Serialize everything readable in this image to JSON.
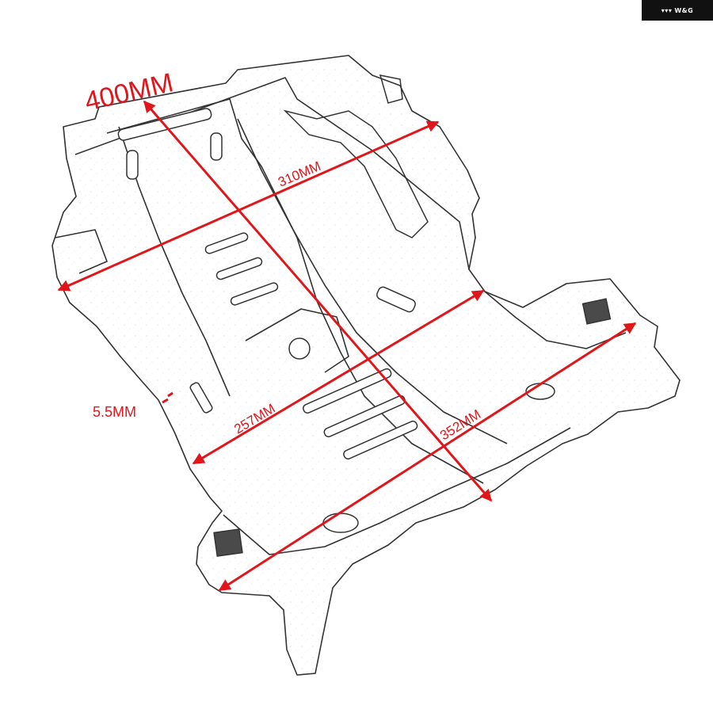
{
  "brand": {
    "logo_text": "W&G",
    "logo_mark": "▾▾▾"
  },
  "colors": {
    "dimension": "#e0161b",
    "outline": "#333333",
    "background": "#ffffff"
  },
  "dimensions": [
    {
      "id": "length",
      "label": "400MM"
    },
    {
      "id": "rear-width",
      "label": "310MM"
    },
    {
      "id": "mid-width",
      "label": "257MM"
    },
    {
      "id": "front-width",
      "label": "352MM"
    },
    {
      "id": "thickness",
      "label": "5.5MM"
    }
  ]
}
